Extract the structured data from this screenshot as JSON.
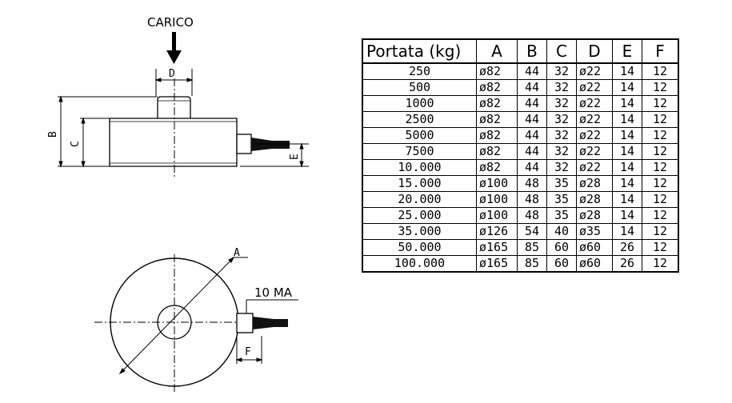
{
  "drawing": {
    "load_label": "CARICO",
    "labels": {
      "A": "A",
      "B": "B",
      "C": "C",
      "D": "D",
      "E": "E",
      "F": "F"
    },
    "cable_label": "10 MA"
  },
  "table": {
    "headers": [
      "Portata (kg)",
      "A",
      "B",
      "C",
      "D",
      "E",
      "F"
    ],
    "rows": [
      [
        "250",
        "ø82",
        "44",
        "32",
        "ø22",
        "14",
        "12"
      ],
      [
        "500",
        "ø82",
        "44",
        "32",
        "ø22",
        "14",
        "12"
      ],
      [
        "1000",
        "ø82",
        "44",
        "32",
        "ø22",
        "14",
        "12"
      ],
      [
        "2500",
        "ø82",
        "44",
        "32",
        "ø22",
        "14",
        "12"
      ],
      [
        "5000",
        "ø82",
        "44",
        "32",
        "ø22",
        "14",
        "12"
      ],
      [
        "7500",
        "ø82",
        "44",
        "32",
        "ø22",
        "14",
        "12"
      ],
      [
        "10.000",
        "ø82",
        "44",
        "32",
        "ø22",
        "14",
        "12"
      ],
      [
        "15.000",
        "ø100",
        "48",
        "35",
        "ø28",
        "14",
        "12"
      ],
      [
        "20.000",
        "ø100",
        "48",
        "35",
        "ø28",
        "14",
        "12"
      ],
      [
        "25.000",
        "ø100",
        "48",
        "35",
        "ø28",
        "14",
        "12"
      ],
      [
        "35.000",
        "ø126",
        "54",
        "40",
        "ø35",
        "14",
        "12"
      ],
      [
        "50.000",
        "ø165",
        "85",
        "60",
        "ø60",
        "26",
        "12"
      ],
      [
        "100.000",
        "ø165",
        "85",
        "60",
        "ø60",
        "26",
        "12"
      ]
    ]
  }
}
